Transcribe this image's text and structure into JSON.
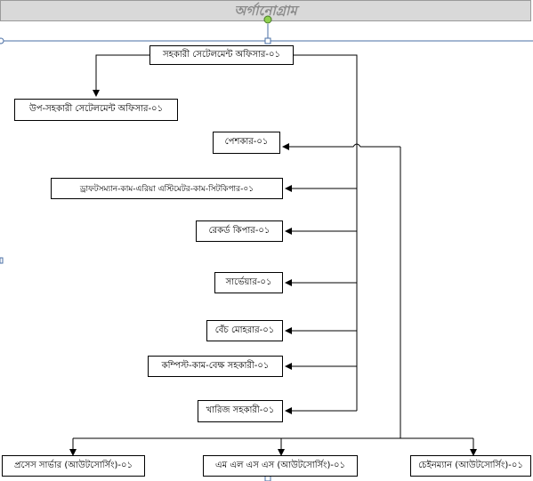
{
  "title": "অর্গানোগ্রাম",
  "nodes": {
    "root": "সহকারী সেটেলমেন্ট অফিসার-০১",
    "asst_officer": "উপ-সহকারী সেটেলমেন্ট অফিসার-০১",
    "peshkar": "পেশকার-০১",
    "draftsman": "ড্রাফটসম্যান-কাম-এরিয়া এস্টিমেটর-কাম-সিটকিপার-০১",
    "record_keeper": "রেকর্ড কিপার-০১",
    "surveyor": "সার্ভেয়ার-০১",
    "bench_moharar": "বেঁচ মোহরার-০১",
    "computer_asst": "কম্পিস্ট-কাম-বেক্ষ সহকারী-০১",
    "kharij_asst": "খারিজ সহকারী-০১",
    "process_server": "প্রসেস সার্ভার (আউটসোর্সিং)-০১",
    "mlss": "এম এল এস এস (আউটসোর্সিং)-০১",
    "chainman": "চেইনম্যান (আউটসোর্সিং)-০১"
  },
  "colors": {
    "title_bg": "#d9d9d9",
    "title_text": "#8a8a8a",
    "connector": "#000000",
    "handle_fill": "#8fd14f",
    "guide": "#4a6fa5"
  }
}
